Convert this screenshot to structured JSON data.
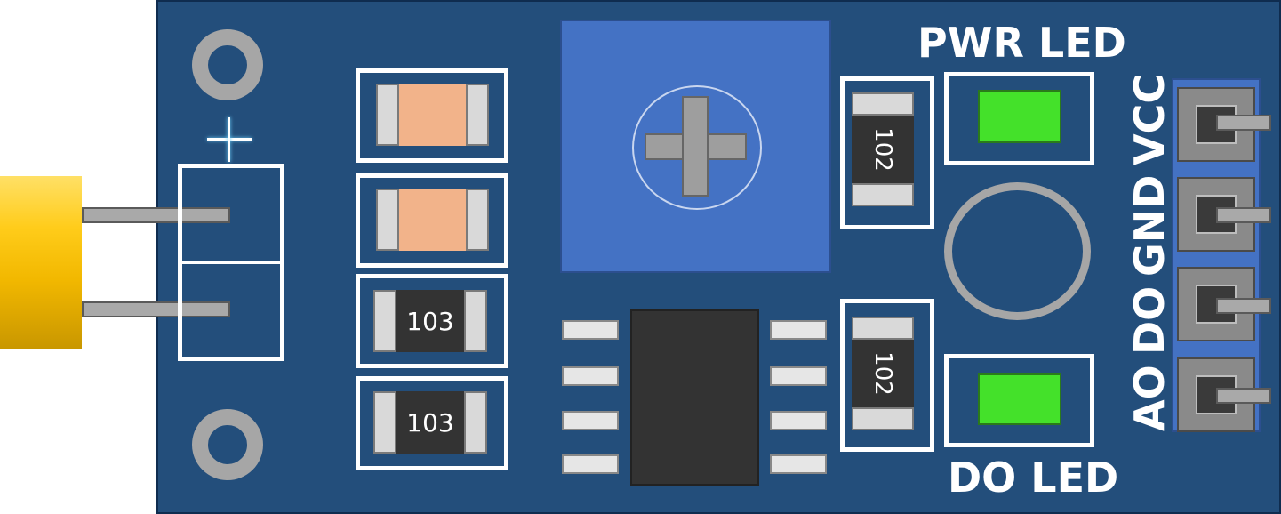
{
  "resistors": {
    "r1": "103",
    "r2": "103",
    "r3": "102",
    "r4": "102"
  },
  "leds": {
    "power_label": "PWR LED",
    "output_label": "DO LED",
    "color": "#44e12a"
  },
  "header_pins": [
    "VCC",
    "GND",
    "DO",
    "AO"
  ],
  "polarity": "+",
  "colors": {
    "board": "#234e7b",
    "potentiometer": "#4472c4",
    "sensor": "#f2b800",
    "capacitor": "#f2b38a"
  }
}
